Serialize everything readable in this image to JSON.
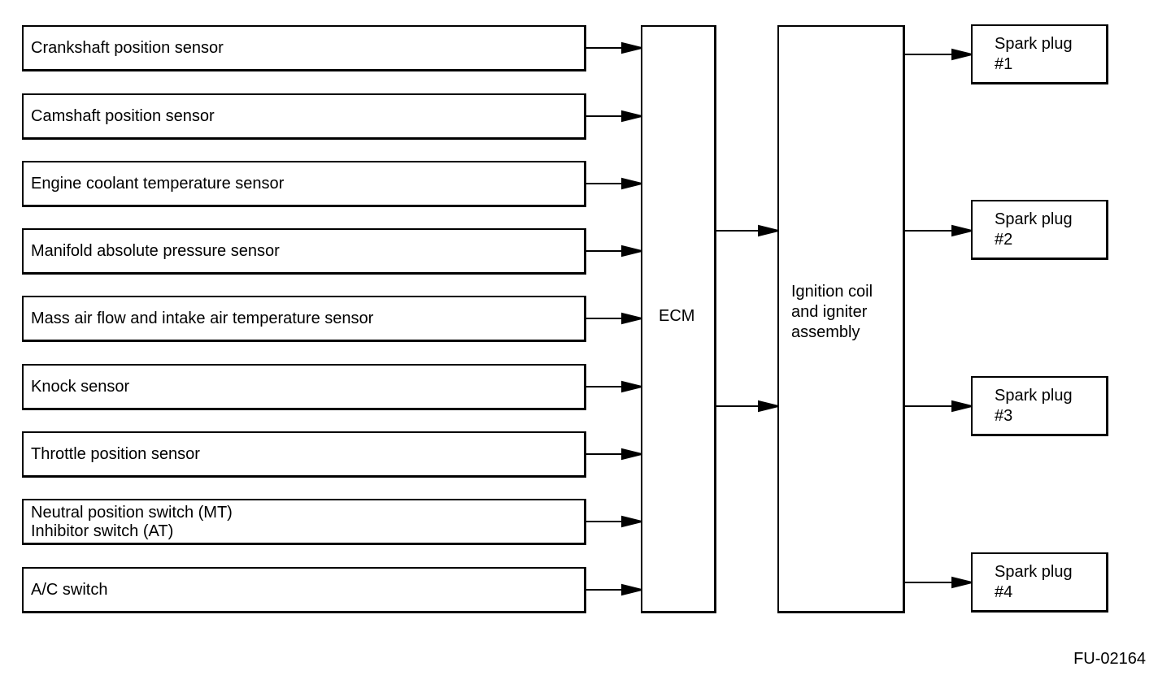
{
  "diagram": {
    "inputs": [
      {
        "lines": [
          "Crankshaft position sensor"
        ]
      },
      {
        "lines": [
          "Camshaft position sensor"
        ]
      },
      {
        "lines": [
          "Engine coolant temperature sensor"
        ]
      },
      {
        "lines": [
          "Manifold absolute pressure sensor"
        ]
      },
      {
        "lines": [
          "Mass air flow and intake air temperature sensor"
        ]
      },
      {
        "lines": [
          "Knock sensor"
        ]
      },
      {
        "lines": [
          "Throttle position sensor"
        ]
      },
      {
        "lines": [
          "Neutral position switch (MT)",
          "Inhibitor switch (AT)"
        ]
      },
      {
        "lines": [
          "A/C switch"
        ]
      }
    ],
    "controller": {
      "label": "ECM"
    },
    "module": {
      "lines": [
        "Ignition coil",
        "and igniter",
        "assembly"
      ]
    },
    "outputs": [
      {
        "lines": [
          "Spark plug",
          "#1"
        ]
      },
      {
        "lines": [
          "Spark plug",
          "#2"
        ]
      },
      {
        "lines": [
          "Spark plug",
          "#3"
        ]
      },
      {
        "lines": [
          "Spark plug",
          "#4"
        ]
      }
    ],
    "edges": [
      {
        "from": "input-1",
        "to": "ecm"
      },
      {
        "from": "input-2",
        "to": "ecm"
      },
      {
        "from": "input-3",
        "to": "ecm"
      },
      {
        "from": "input-4",
        "to": "ecm"
      },
      {
        "from": "input-5",
        "to": "ecm"
      },
      {
        "from": "input-6",
        "to": "ecm"
      },
      {
        "from": "input-7",
        "to": "ecm"
      },
      {
        "from": "input-8",
        "to": "ecm"
      },
      {
        "from": "input-9",
        "to": "ecm"
      },
      {
        "from": "ecm",
        "to": "ignition-coil-igniter"
      },
      {
        "from": "ecm",
        "to": "ignition-coil-igniter"
      },
      {
        "from": "ignition-coil-igniter",
        "to": "spark-plug-1"
      },
      {
        "from": "ignition-coil-igniter",
        "to": "spark-plug-2"
      },
      {
        "from": "ignition-coil-igniter",
        "to": "spark-plug-3"
      },
      {
        "from": "ignition-coil-igniter",
        "to": "spark-plug-4"
      }
    ]
  },
  "figure_code": "FU-02164"
}
